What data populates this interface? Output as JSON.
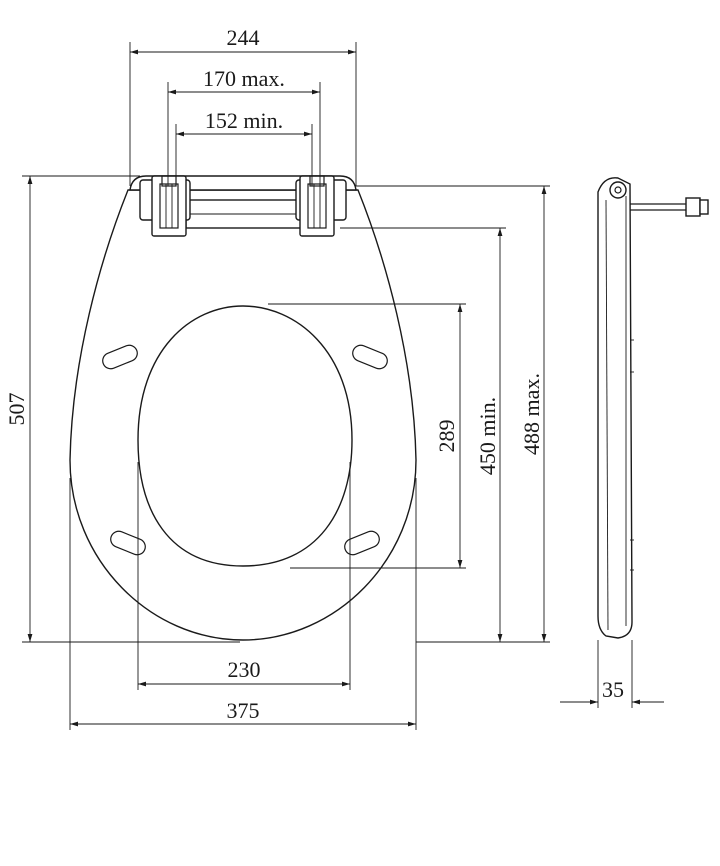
{
  "dimensions": {
    "top_overall": "244",
    "hinge_max": "170 max.",
    "hinge_min": "152 min.",
    "total_length": "507",
    "opening_length": "289",
    "length_min": "450 min.",
    "length_max": "488 max.",
    "opening_width": "230",
    "overall_width": "375",
    "thickness": "35"
  },
  "colors": {
    "line": "#1a1a1a",
    "background": "#ffffff"
  }
}
